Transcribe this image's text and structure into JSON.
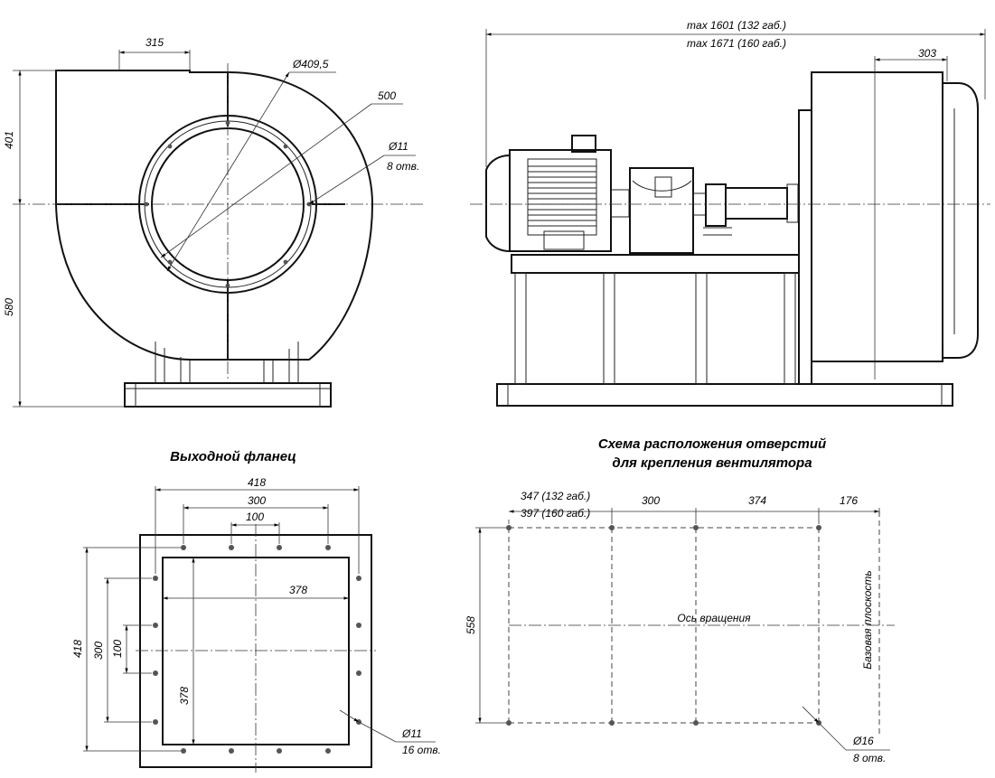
{
  "front_view": {
    "dim_outlet_width": "315",
    "dim_inlet_diameter": "Ø409,5",
    "dim_flange_diameter": "500",
    "dim_holes_diameter": "Ø11",
    "dim_holes_count": "8 отв.",
    "dim_height_top": "401",
    "dim_height_bottom": "580"
  },
  "side_view": {
    "dim_length_132": "max 1601 (132 габ.)",
    "dim_length_160": "max 1671 (160 габ.)",
    "dim_inlet_depth": "303"
  },
  "outlet_flange": {
    "title": "Выходной фланец",
    "dim_outer_width": "418",
    "dim_hole_span_300": "300",
    "dim_hole_step_100": "100",
    "dim_inner_width": "378",
    "dim_outer_height": "418",
    "dim_vertical_300": "300",
    "dim_vertical_100": "100",
    "dim_inner_height": "378",
    "dim_holes_diameter": "Ø11",
    "dim_holes_count": "16 отв."
  },
  "mounting_scheme": {
    "title_line1": "Схема расположения отверстий",
    "title_line2": "для крепления вентилятора",
    "dim_offset_132": "347 (132 габ.)",
    "dim_offset_160": "397 (160 габ.)",
    "dim_span_300": "300",
    "dim_span_374": "374",
    "dim_span_176": "176",
    "dim_depth_558": "558",
    "label_rotation_axis": "Ось вращения",
    "label_base_plane": "Базовая плоскость",
    "dim_holes_diameter": "Ø16",
    "dim_holes_count": "8 отв."
  }
}
